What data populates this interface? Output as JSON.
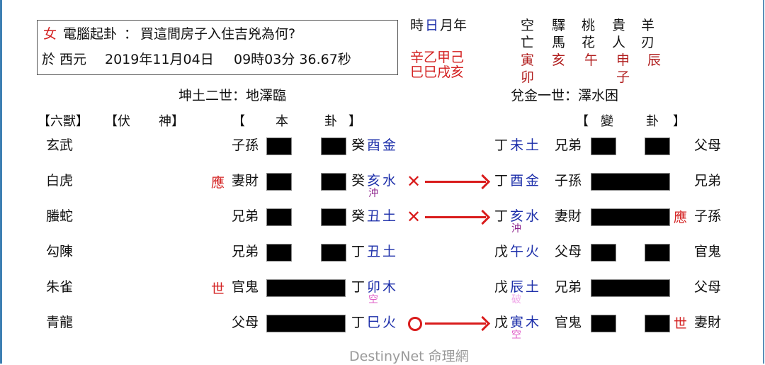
{
  "question": {
    "gender": "女",
    "method": "電腦起卦",
    "colon": "：",
    "text": "買這間房子入住吉兇為何?",
    "date_prefix": "於 西元",
    "date": "2019年11月04日",
    "time": "09時03分 36.67秒"
  },
  "pillars": {
    "header_parts": [
      "時",
      "日",
      "月年"
    ],
    "stems": "辛乙甲己",
    "branches": "巳巳戌亥"
  },
  "shensha": {
    "columns": [
      {
        "name_top": "空",
        "name_bottom": "亡",
        "values": [
          "寅",
          "卯"
        ]
      },
      {
        "name_top": "驛",
        "name_bottom": "馬",
        "values": [
          "亥"
        ]
      },
      {
        "name_top": "桃",
        "name_bottom": "花",
        "values": [
          "午"
        ]
      },
      {
        "name_top": "貴",
        "name_bottom": "人",
        "values": [
          "申",
          "子"
        ]
      },
      {
        "name_top": "羊",
        "name_bottom": "刃",
        "values": [
          "辰"
        ]
      }
    ]
  },
  "hexagrams": {
    "main_title": "坤土二世：地澤臨",
    "changed_title": "兌金一世：澤水困"
  },
  "headers": {
    "six_beasts": "【六獸】",
    "hidden_left": "【伏",
    "hidden_right": "神】",
    "main_left": "【",
    "main_mid": "本",
    "main_gua": "卦",
    "main_right": "】",
    "changed_left": "【",
    "changed_mid": "變",
    "changed_gua": "卦",
    "changed_right": "】"
  },
  "lines": [
    {
      "beast": "玄武",
      "marker": "",
      "relation": "子孫",
      "yin": true,
      "stem": "癸",
      "branch": "酉",
      "element": "金",
      "note": "",
      "move": "",
      "c_stem": "丁",
      "c_branch": "未",
      "c_element": "土",
      "c_note": "",
      "c_relation": "兄弟",
      "c_yin": true,
      "c_marker": "",
      "c_hidden": "父母"
    },
    {
      "beast": "白虎",
      "marker": "應",
      "relation": "妻財",
      "yin": true,
      "stem": "癸",
      "branch": "亥",
      "element": "水",
      "note": "沖",
      "move": "×",
      "c_stem": "丁",
      "c_branch": "酉",
      "c_element": "金",
      "c_note": "",
      "c_relation": "子孫",
      "c_yin": false,
      "c_marker": "",
      "c_hidden": "兄弟"
    },
    {
      "beast": "螣蛇",
      "marker": "",
      "relation": "兄弟",
      "yin": true,
      "stem": "癸",
      "branch": "丑",
      "element": "土",
      "note": "",
      "move": "×",
      "c_stem": "丁",
      "c_branch": "亥",
      "c_element": "水",
      "c_note": "沖",
      "c_relation": "妻財",
      "c_yin": false,
      "c_marker": "應",
      "c_hidden": "子孫"
    },
    {
      "beast": "勾陳",
      "marker": "",
      "relation": "兄弟",
      "yin": true,
      "stem": "丁",
      "branch": "丑",
      "element": "土",
      "note": "",
      "move": "",
      "c_stem": "戊",
      "c_branch": "午",
      "c_element": "火",
      "c_note": "",
      "c_relation": "父母",
      "c_yin": true,
      "c_marker": "",
      "c_hidden": "官鬼"
    },
    {
      "beast": "朱雀",
      "marker": "世",
      "relation": "官鬼",
      "yin": false,
      "stem": "丁",
      "branch": "卯",
      "element": "木",
      "note": "空",
      "move": "",
      "c_stem": "戊",
      "c_branch": "辰",
      "c_element": "土",
      "c_note": "破",
      "c_relation": "兄弟",
      "c_yin": false,
      "c_marker": "",
      "c_hidden": "父母"
    },
    {
      "beast": "青龍",
      "marker": "",
      "relation": "父母",
      "yin": false,
      "stem": "丁",
      "branch": "巳",
      "element": "火",
      "note": "",
      "move": "○",
      "c_stem": "戊",
      "c_branch": "寅",
      "c_element": "木",
      "c_note": "空",
      "c_relation": "官鬼",
      "c_yin": true,
      "c_marker": "世",
      "c_hidden": "妻財"
    }
  ],
  "colors": {
    "accent_red": "#d32020",
    "branch_blue": "#1d2faa",
    "note_purple": "#8a1f8a",
    "note_pink": "#e060c8",
    "edge_blue": "#3d7fb3"
  },
  "footer": "DestinyNet 命理網"
}
